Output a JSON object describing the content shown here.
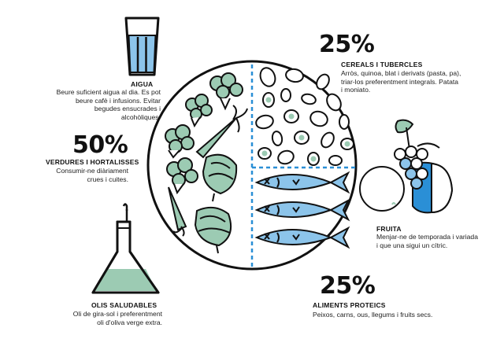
{
  "sections": {
    "aigua": {
      "title": "AIGUA",
      "desc": [
        "Beure suficient aigua al dia. Es pot",
        "beure cafè i infusions. Evitar",
        "begudes ensucrades i",
        "alcohòliques."
      ]
    },
    "verdures": {
      "pct": "50%",
      "title": "VERDURES I HORTALISSES",
      "desc": [
        "Consumir-ne diàriament",
        "crues i cuites."
      ]
    },
    "olis": {
      "title": "OLIS SALUDABLES",
      "desc": [
        "Oli de gira-sol i preferentment",
        "oli d'oliva verge extra."
      ]
    },
    "cereals": {
      "pct": "25%",
      "title": "CEREALS I TUBERCLES",
      "desc": [
        "Arròs, quinoa, blat i derivats (pasta, pa),",
        "triar-los preferentment integrals. Patata",
        "i moniato."
      ]
    },
    "fruita": {
      "title": "FRUITA",
      "desc": [
        "Menjar-ne de temporada i variada",
        "i que una sigui un cítric."
      ]
    },
    "proteics": {
      "pct": "25%",
      "title": "ALIMENTS PROTEICS",
      "desc": [
        "Peixos, carns, ous, llegums i fruits secs."
      ]
    }
  },
  "colors": {
    "blue": "#2a8fd6",
    "light_blue": "#8cc4ea",
    "green": "#9ccbb3",
    "dark": "#111111"
  },
  "icons": [
    "glass-of-water-icon",
    "oil-bottle-icon",
    "plate-icon",
    "fruit-icon",
    "fish-icon",
    "vegetable-icon",
    "legume-icon"
  ]
}
